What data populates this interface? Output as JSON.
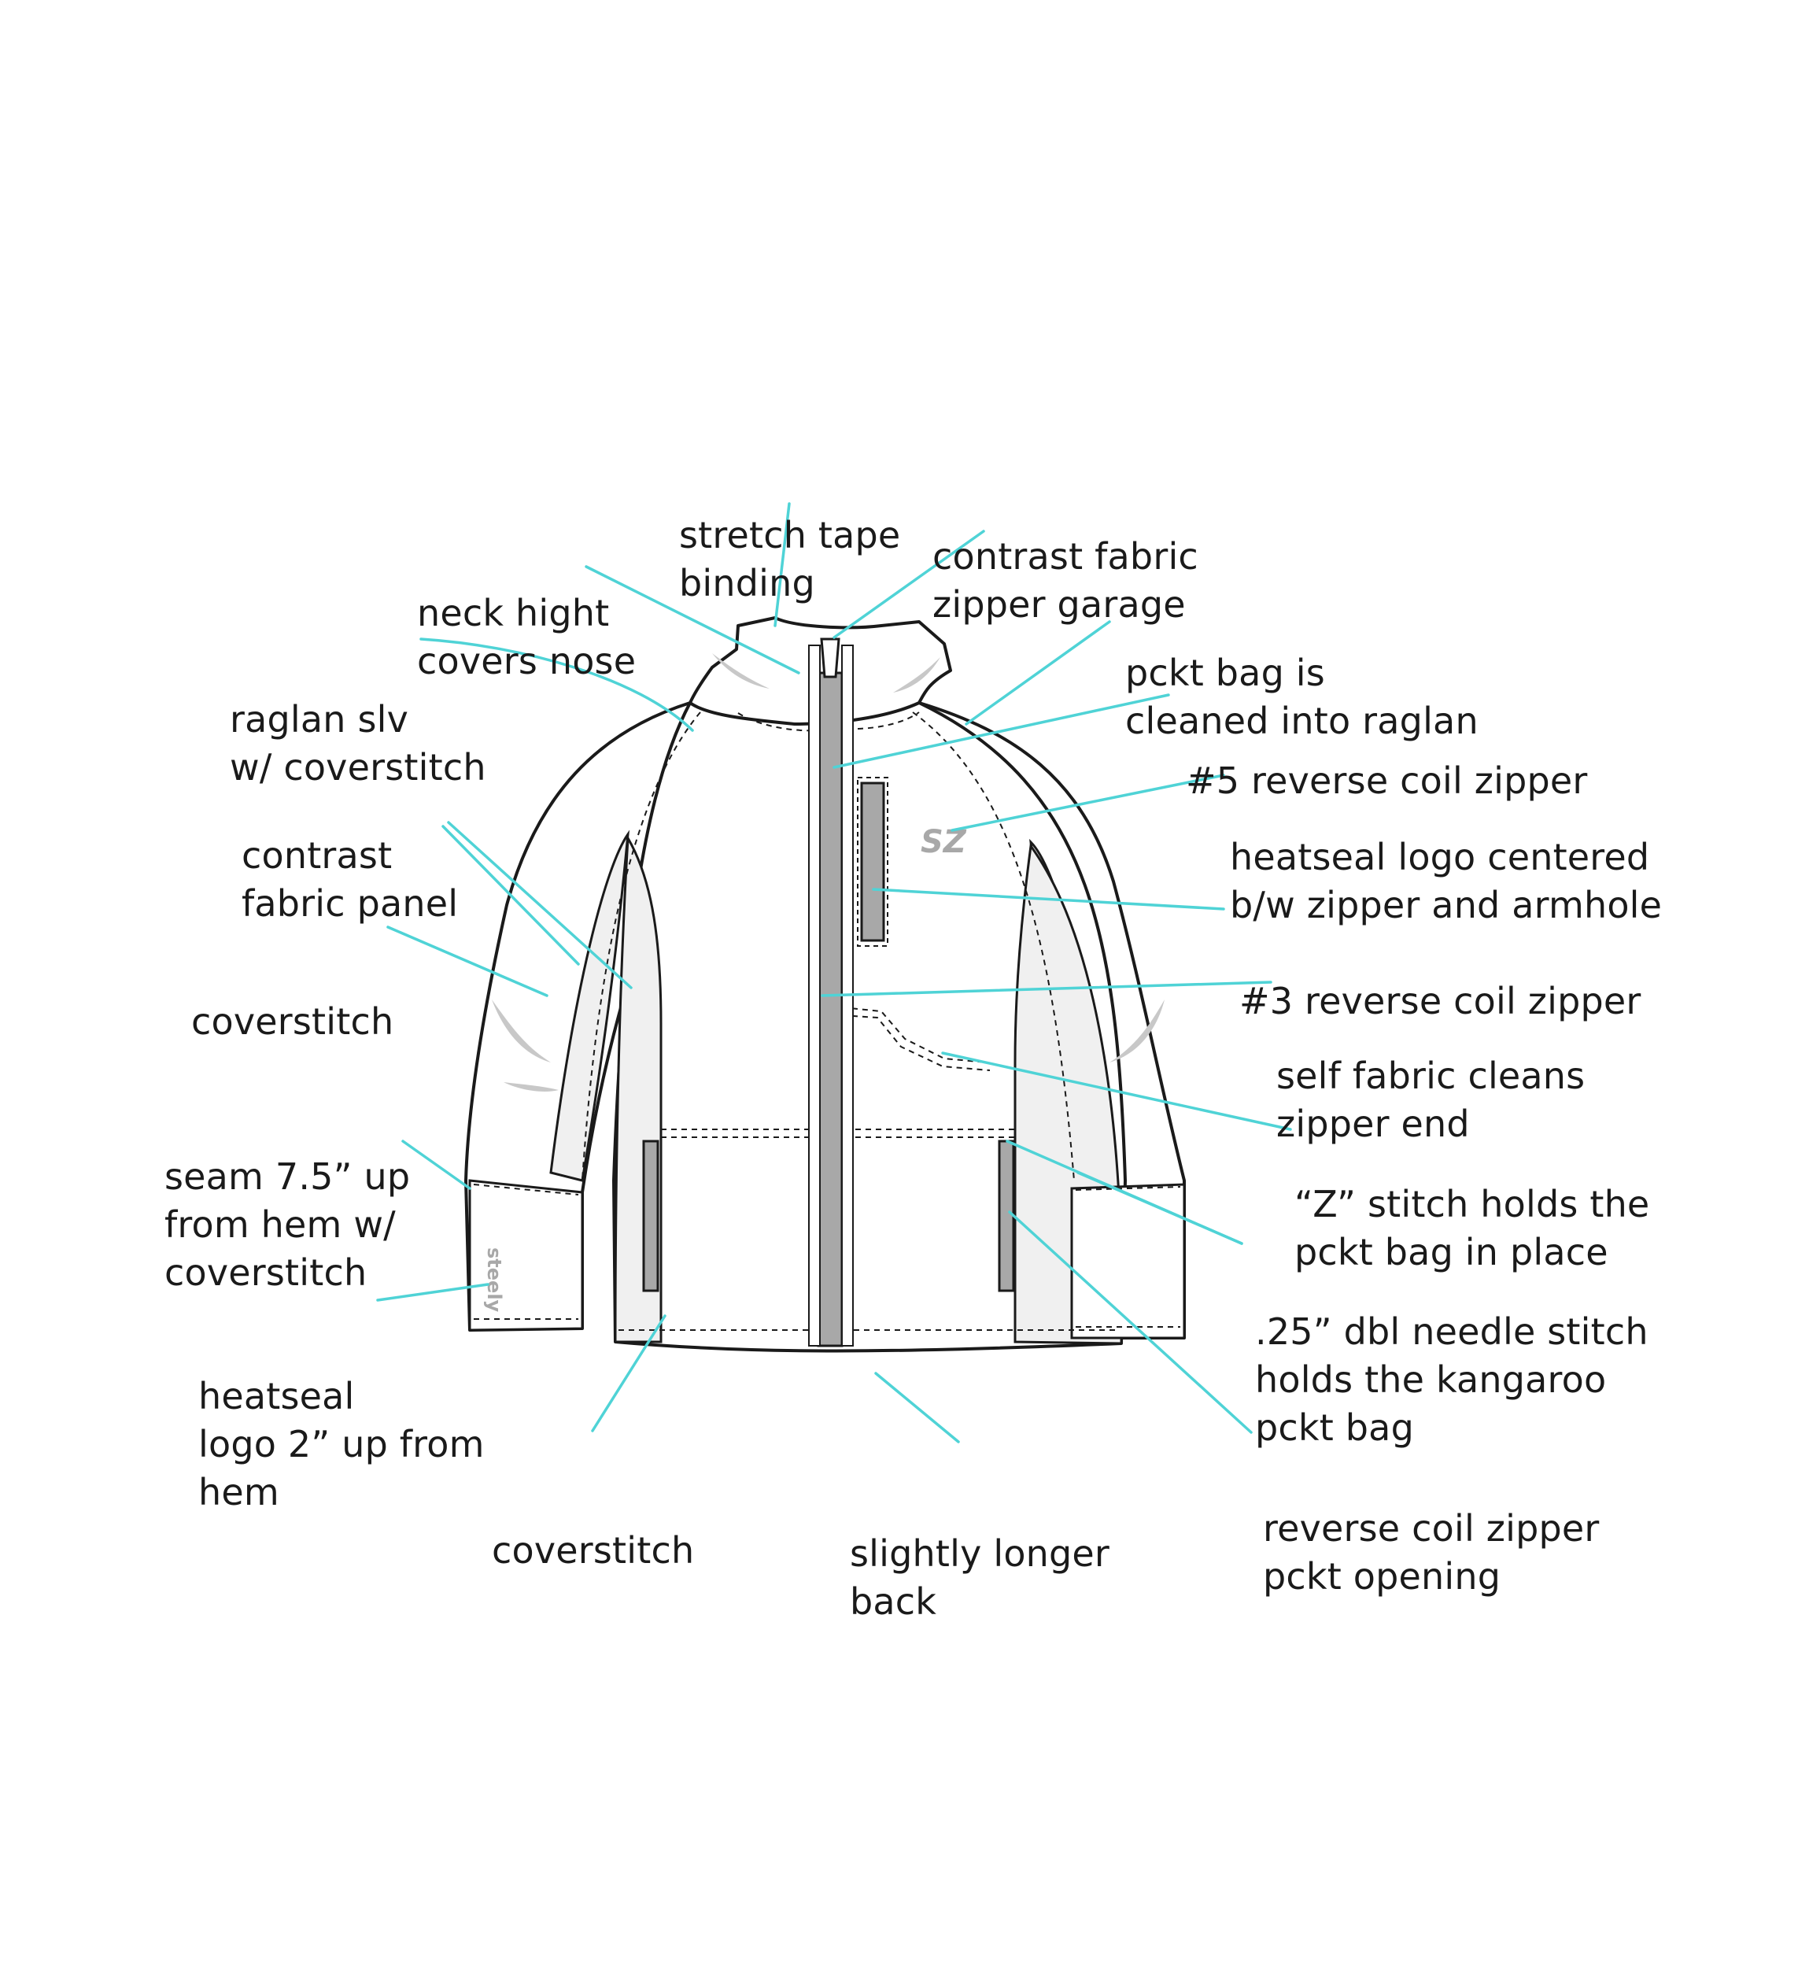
{
  "colors": {
    "leader": "#4fd3d6",
    "outline": "#1a1a1a",
    "zipper": "#a8a8a8",
    "panel": "#f0f0f0",
    "shadow": "#c8c8c8"
  },
  "labels": {
    "stretch_tape": [
      "stretch tape",
      "binding"
    ],
    "contrast_garage": [
      "contrast fabric",
      "zipper garage"
    ],
    "neck_hight": [
      "neck hight",
      "covers nose"
    ],
    "pckt_bag_raglan": [
      "pckt bag is",
      "cleaned into raglan"
    ],
    "raglan_slv": [
      "raglan slv",
      "w/ coverstitch"
    ],
    "rev_coil_5": [
      "#5 reverse coil zipper"
    ],
    "heatseal_centered": [
      "heatseal logo centered",
      "b/w zipper and armhole"
    ],
    "contrast_panel": [
      "contrast",
      "fabric panel"
    ],
    "rev_coil_3": [
      "#3 reverse coil zipper"
    ],
    "coverstitch_left": [
      "coverstitch"
    ],
    "self_fabric": [
      "self fabric cleans",
      "zipper end"
    ],
    "seam_hem": [
      "seam 7.5” up",
      "from hem w/",
      "coverstitch"
    ],
    "z_stitch": [
      "“Z” stitch holds the",
      "pckt bag in place"
    ],
    "dbl_needle": [
      ".25” dbl needle stitch",
      "holds the kangaroo",
      "pckt bag"
    ],
    "heatseal_hem": [
      "heatseal",
      "logo 2” up from",
      "hem"
    ],
    "coverstitch_bottom": [
      "coverstitch"
    ],
    "slightly_longer": [
      "slightly longer",
      "back"
    ],
    "rev_coil_pocket": [
      "reverse coil zipper",
      "pckt opening"
    ]
  },
  "logos": {
    "chest_logo": "SZ",
    "sleeve_logo": "steely"
  }
}
